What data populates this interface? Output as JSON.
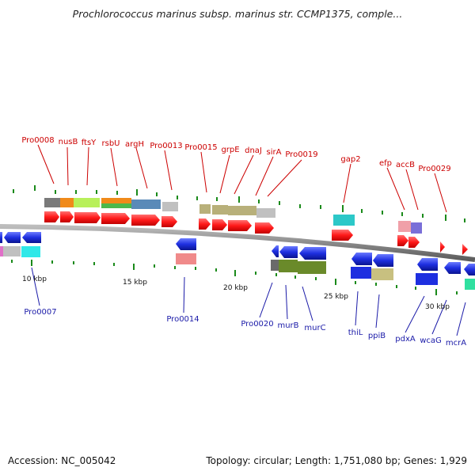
{
  "title": "Prochlorococcus marinus subsp. marinus str. CCMP1375, comple...",
  "footer": {
    "accession": "Accession: NC_005042",
    "topology": "Topology: circular; Length: 1,751,080 bp; Genes: 1,929"
  },
  "colors": {
    "forward_cds": "#ff1a1a",
    "reverse_cds": "#1e2fe0",
    "forward_label": "#cc0000",
    "reverse_label": "#1a1aa8",
    "backbone": "#888888",
    "tick": "#1a8a1a"
  },
  "scale_labels": [
    "10 kbp",
    "15 kbp",
    "20 kbp",
    "25 kbp",
    "30 kbp"
  ],
  "forward_labels": [
    "Pro0008",
    "nusB",
    "ftsY",
    "rsbU",
    "argH",
    "Pro0013",
    "Pro0015",
    "grpE",
    "dnaJ",
    "sirA",
    "Pro0019",
    "gap2",
    "efp",
    "accB",
    "Pro0029"
  ],
  "reverse_labels": [
    "Pro0007",
    "Pro0014",
    "Pro0020",
    "murB",
    "murC",
    "thiL",
    "ppiB",
    "pdxA",
    "wcaG",
    "mcrA"
  ]
}
